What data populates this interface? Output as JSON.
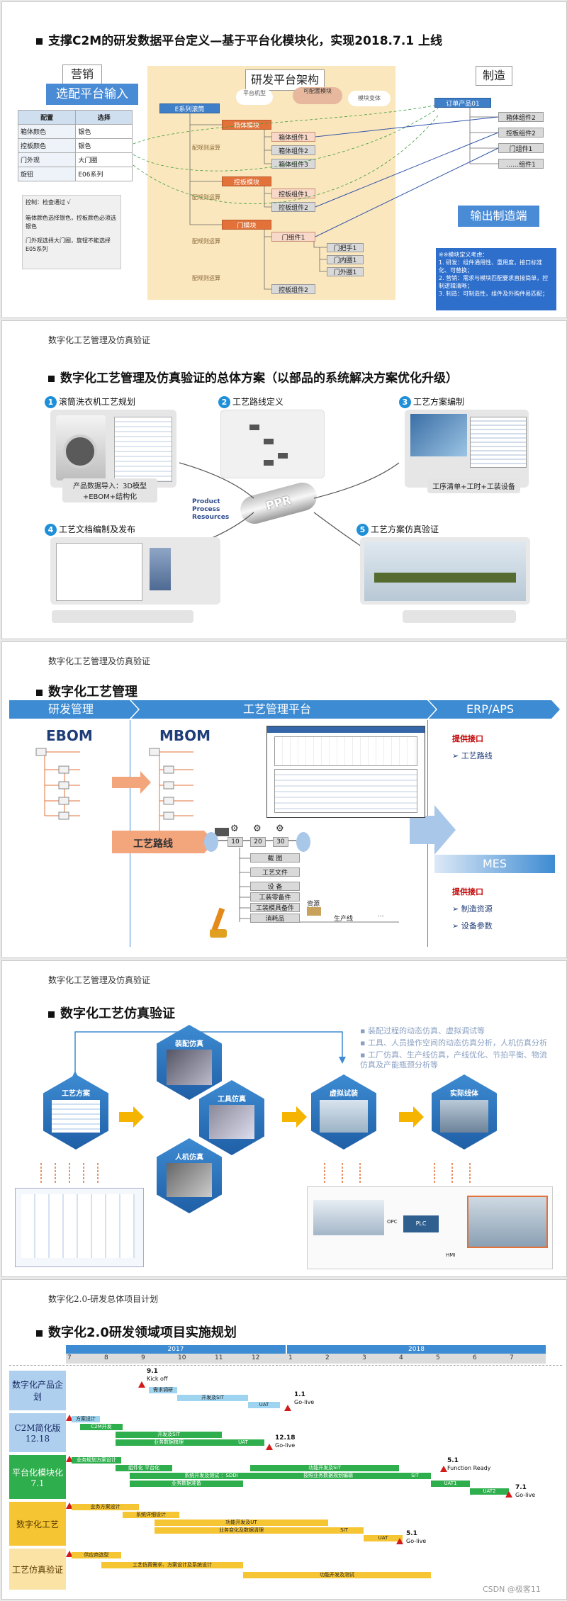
{
  "s1": {
    "title": "支撑C2M的研发数据平台定义—基于平台化模块化，实现2018.7.1 上线",
    "marketing": "营销",
    "input_label": "选配平台输入",
    "arch_title": "研发平台架构",
    "top_tags": [
      "平台机型",
      "可配置模块",
      "模块变体"
    ],
    "manufacture": "制造",
    "output_label": "输出制造端",
    "config_header": [
      "配置",
      "选择"
    ],
    "config_rows": [
      [
        "箱体颜色",
        "银色"
      ],
      [
        "控板颜色",
        "银色"
      ],
      [
        "门外观",
        "大门圈"
      ],
      [
        "旋钮",
        "E06系列"
      ]
    ],
    "check_text": "控制：检查通过 √",
    "rule_text": [
      "箱体颜色选择银色，控板颜色必须选银色",
      "门外观选择大门圈，旋钮不能选择E05系列"
    ],
    "root": "E系列滚筒",
    "modules": [
      "箱体模块",
      "控板模块",
      "门模块"
    ],
    "mod_components": [
      [
        "箱体组件1",
        "箱体组件2",
        "箱体组件3"
      ],
      [
        "控板组件1",
        "控板组件2"
      ],
      [
        "门组件1"
      ]
    ],
    "door_parts": [
      "门把手1",
      "门内圈1",
      "门外圈1"
    ],
    "extra": "控板组件2",
    "rule_labels": [
      "配规则运算",
      "配规则运算",
      "配规则运算",
      "配规则运算"
    ],
    "order": "订单产品01",
    "order_items": [
      "箱体组件2",
      "控板组件2",
      "门组件1",
      "……组件1"
    ],
    "notes": [
      "※※模块定义考虑：",
      "1. 研发：组件通用性、重用度，接口标准化、可替换；",
      "2. 营销：需求与模块匹配要求直接简单，控制逻辑清晰；",
      "3. 制造：可制造性，组件及外购件易匹配；"
    ]
  },
  "s2": {
    "subtitle": "数字化工艺管理及仿真验证",
    "title": "数字化工艺管理及仿真验证的总体方案（以部品的系统解决方案优化升级）",
    "steps": [
      {
        "n": "1",
        "label": "滚筒洗衣机工艺规划"
      },
      {
        "n": "2",
        "label": "工艺路线定义"
      },
      {
        "n": "3",
        "label": "工艺方案编制"
      },
      {
        "n": "4",
        "label": "工艺文档编制及发布"
      },
      {
        "n": "5",
        "label": "工艺方案仿真验证"
      }
    ],
    "cap1": "产品数据导入：3D模型+EBOM+结构化",
    "cap3": "工序清单+工时+工装设备",
    "ppr": "PPR",
    "ppr_legend": [
      "Product",
      "Process",
      "Resources"
    ]
  },
  "s3": {
    "subtitle": "数字化工艺管理及仿真验证",
    "title": "数字化工艺管理",
    "band": [
      "研发管理",
      "工艺管理平台",
      "ERP/APS"
    ],
    "ebom": "EBOM",
    "mbom": "MBOM",
    "route": "工艺路线",
    "ops": [
      "10",
      "20",
      "30"
    ],
    "res_list": [
      "截 图",
      "工艺文件",
      "设 备",
      "工装零备件",
      "工装模具备件",
      "消耗品"
    ],
    "resource_label": "资源",
    "line_label": "生产线",
    "provide": "提供接口",
    "erp_items": [
      "工艺路线"
    ],
    "mes": "MES",
    "mes_provide": "提供接口",
    "mes_items": [
      "制造资源",
      "设备参数"
    ],
    "dots": "..."
  },
  "s4": {
    "subtitle": "数字化工艺管理及仿真验证",
    "title": "数字化工艺仿真验证",
    "hex": [
      "工艺方案",
      "装配仿真",
      "工具仿真",
      "人机仿真",
      "虚拟试装",
      "实际线体"
    ],
    "bullets": [
      "装配过程的动态仿真、虚拟调试等",
      "工具、人员操作空间的动态仿真分析，人机仿真分析",
      "工厂仿真、生产线仿真，产线优化、节拍平衡、物流仿真及产能瓶颈分析等"
    ],
    "plc": "PLC",
    "hmi": "HMI",
    "opc": "OPC"
  },
  "s5": {
    "subtitle": "数字化2.0-研发总体项目计划",
    "title": "数字化2.0研发领域项目实施规划",
    "years": [
      "2017",
      "2018"
    ],
    "months": [
      "7",
      "8",
      "9",
      "10",
      "11",
      "12",
      "1",
      "2",
      "3",
      "4",
      "5",
      "6",
      "7"
    ],
    "rows": [
      "数字化产品企划",
      "C2M简化版 12.18",
      "平台化模块化 7.1",
      "数字化工艺",
      "工艺仿真验证"
    ],
    "bars": {
      "r1": [
        "需求调研",
        "开发及SIT",
        "UAT"
      ],
      "r2": [
        "方案设计",
        "C2M开发",
        "开发及SIT",
        "业务数据梳理",
        "UAT"
      ],
      "r3": [
        "业务规划方案设计",
        "组件化 平台化",
        "系统开发及测试 ：SDDI",
        "业务数据准备",
        "功能开发及SIT",
        "按照业务数据规划编辑",
        "SIT",
        "UAT1",
        "UAT2"
      ],
      "r4": [
        "业务方案设计",
        "系统详细设计",
        "功能开发及UT",
        "业务变化及数据清理",
        "SIT",
        "UAT"
      ],
      "r5": [
        "供应商选型",
        "工艺仿真需求、方案设计及系统设计",
        "功能开发及测试"
      ]
    },
    "milestones": {
      "kickoff_date": "9.1",
      "kickoff": "Kick off",
      "golive1_date": "1.1",
      "golive1": "Go-live",
      "golive2_date": "12.18",
      "golive2": "Go-live",
      "fr_date": "5.1",
      "fr": "Function Ready",
      "golive3_date": "7.1",
      "golive3": "Go-live",
      "golive4_date": "5.1",
      "golive4": "Go-live"
    },
    "watermark": "CSDN @极客11"
  },
  "colors": {
    "orange": "#e2723a",
    "blue": "#3f7fc8",
    "green": "#2fae4d",
    "yellow": "#f6c533",
    "red": "#d31a1a"
  }
}
